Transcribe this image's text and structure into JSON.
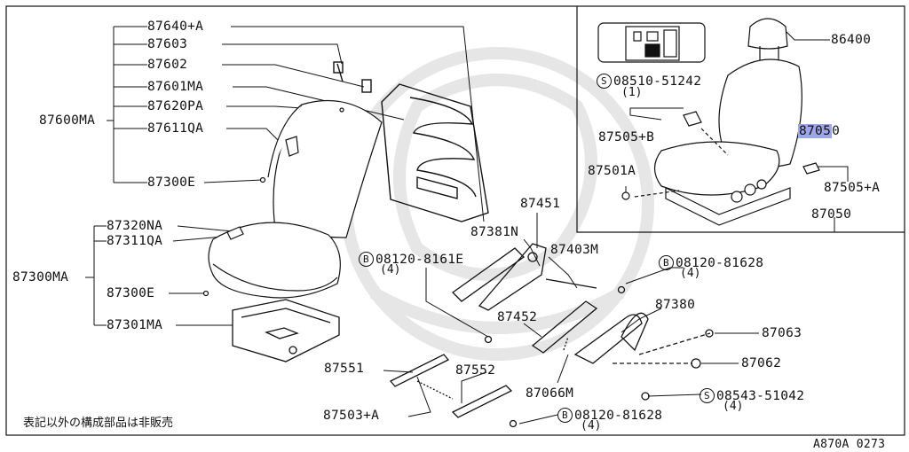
{
  "diagram_id": "A870A 0273",
  "note": "表記以外の構成部品は非販売",
  "labels": {
    "p87640A": "87640+A",
    "p87603": "87603",
    "p87602": "87602",
    "p87601MA": "87601MA",
    "p87620PA": "87620PA",
    "p87611QA": "87611QA",
    "p87600MA": "87600MA",
    "p87300E_top": "87300E",
    "p87320NA": "87320NA",
    "p87311QA": "87311QA",
    "p87300MA": "87300MA",
    "p87300E_low": "87300E",
    "p87301MA": "87301MA",
    "p87551": "87551",
    "p87503A": "87503+A",
    "p87552": "87552",
    "p87451": "87451",
    "p87381N": "87381N",
    "p87403M": "87403M",
    "p87452": "87452",
    "p87380": "87380",
    "p87066M": "87066M",
    "p87063": "87063",
    "p87062": "87062",
    "p86400": "86400",
    "p87505B": "87505+B",
    "p87501A": "87501A",
    "p87505A": "87505+A",
    "p87050_box": "87050",
    "p87050_hl": "8705",
    "p87050_tail": "0"
  },
  "bolts": {
    "b1": {
      "symbol": "B",
      "code": "08120-8161E",
      "qty": "(4)"
    },
    "b2": {
      "symbol": "B",
      "code": "08120-81628",
      "qty": "(4)"
    },
    "b3": {
      "symbol": "B",
      "code": "08120-81628",
      "qty": "(4)"
    },
    "s1": {
      "symbol": "S",
      "code": "08510-51242",
      "qty": "(1)"
    },
    "s2": {
      "symbol": "S",
      "code": "08543-51042",
      "qty": "(4)"
    }
  },
  "colors": {
    "highlight": "#9da6e8",
    "line": "#111111",
    "watermark": "#ececec"
  }
}
